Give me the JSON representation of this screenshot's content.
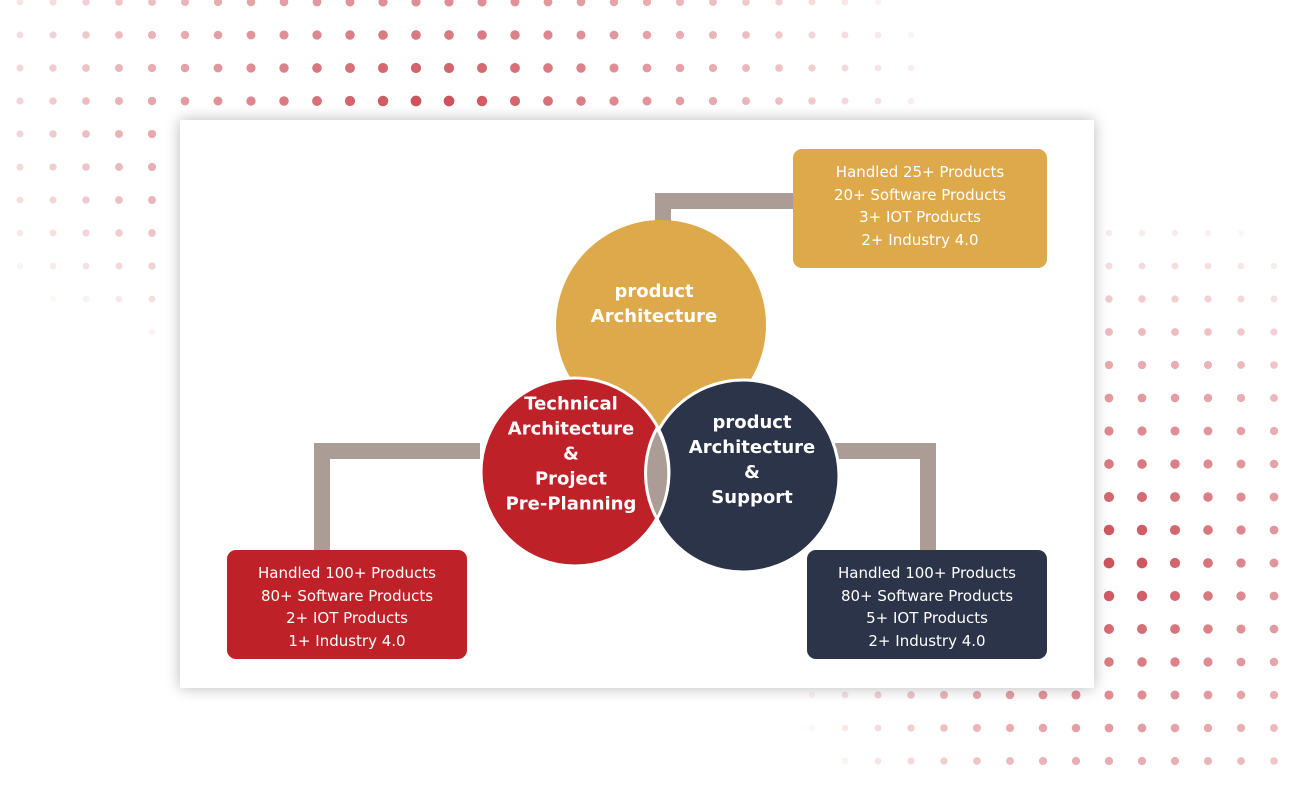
{
  "colors": {
    "gold": "#dea94a",
    "red": "#bf2129",
    "navy": "#2c3449",
    "connector": "#ab9c96",
    "dots": "#c9404a"
  },
  "circles": {
    "top": {
      "label": "product\nArchitecture"
    },
    "left": {
      "label": "Technical\nArchitecture\n&\nProject\nPre-Planning"
    },
    "right": {
      "label": "product\nArchitecture\n&\nSupport"
    }
  },
  "boxes": {
    "top": {
      "lines": [
        "Handled 25+ Products",
        "20+ Software Products",
        "3+ IOT Products",
        "2+ Industry 4.0"
      ]
    },
    "left": {
      "lines": [
        "Handled 100+ Products",
        "80+ Software Products",
        "2+ IOT Products",
        "1+ Industry 4.0"
      ]
    },
    "right": {
      "lines": [
        "Handled 100+ Products",
        "80+ Software Products",
        "5+ IOT Products",
        "2+ Industry 4.0"
      ]
    }
  }
}
